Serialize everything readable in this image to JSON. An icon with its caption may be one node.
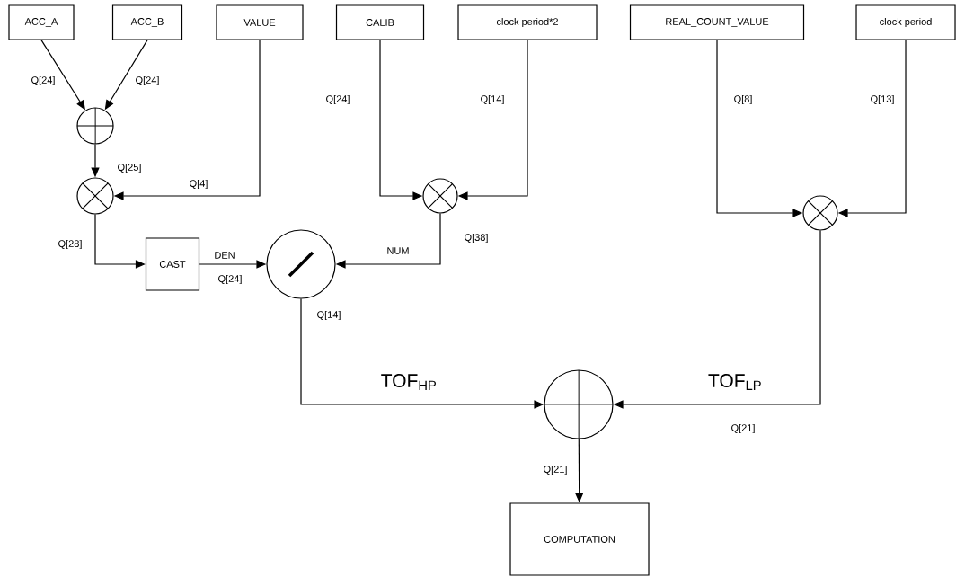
{
  "diagram": {
    "nodes": [
      {
        "text": [
          "ACC_A"
        ]
      },
      {
        "text": [
          "ACC_B"
        ]
      },
      {
        "text": [
          "VALUE"
        ]
      },
      {
        "text": [
          "CALIB"
        ]
      },
      {
        "text": [
          "clock period*2"
        ]
      },
      {
        "text": [
          "REAL_COUNT_VALUE"
        ]
      },
      {
        "text": [
          "clock period"
        ]
      },
      {
        "text": [],
        "shape": "circle"
      },
      {
        "text": [],
        "shape": "circle"
      },
      {
        "text": [
          "CAST"
        ]
      },
      {
        "text": [],
        "shape": "circle"
      },
      {
        "text": [],
        "shape": "circle"
      },
      {
        "text": [],
        "shape": "circle"
      },
      {
        "text": [],
        "shape": "circle"
      },
      {
        "text": [
          "COMPUTATION"
        ]
      }
    ],
    "edges": [
      {
        "from": 0,
        "to": 7,
        "arrow": "to",
        "label": "Q[24]"
      },
      {
        "from": 1,
        "to": 7,
        "arrow": "to",
        "label": "Q[24]"
      },
      {
        "from": 7,
        "to": 8,
        "arrow": "to",
        "label": "Q[25]"
      },
      {
        "from": 2,
        "to": 8,
        "arrow": "to",
        "label": "Q[4]"
      },
      {
        "from": 8,
        "to": 9,
        "arrow": "to",
        "label": "Q[28]"
      },
      {
        "from": 9,
        "to": 10,
        "arrow": "to",
        "label": "DEN"
      },
      {
        "from": 3,
        "to": 11,
        "arrow": "to",
        "label": "Q[24]"
      },
      {
        "from": 4,
        "to": 11,
        "arrow": "to",
        "label": "Q[14]"
      },
      {
        "from": 11,
        "to": 10,
        "arrow": "to",
        "label": "NUM"
      },
      {
        "from": 5,
        "to": 12,
        "arrow": "to",
        "label": "Q[8]"
      },
      {
        "from": 6,
        "to": 12,
        "arrow": "to",
        "label": "Q[13]"
      },
      {
        "from": 10,
        "to": 13,
        "arrow": "to",
        "label": "TOF$_{HP}$"
      },
      {
        "from": 12,
        "to": 13,
        "arrow": "to",
        "label": "TOF$_{LP}$"
      },
      {
        "from": 13,
        "to": 14,
        "arrow": "to",
        "label": "Q[21]"
      }
    ],
    "labels": [
      "Q[24]",
      "Q[38]",
      "Q[14]",
      "Q[21]"
    ]
  }
}
